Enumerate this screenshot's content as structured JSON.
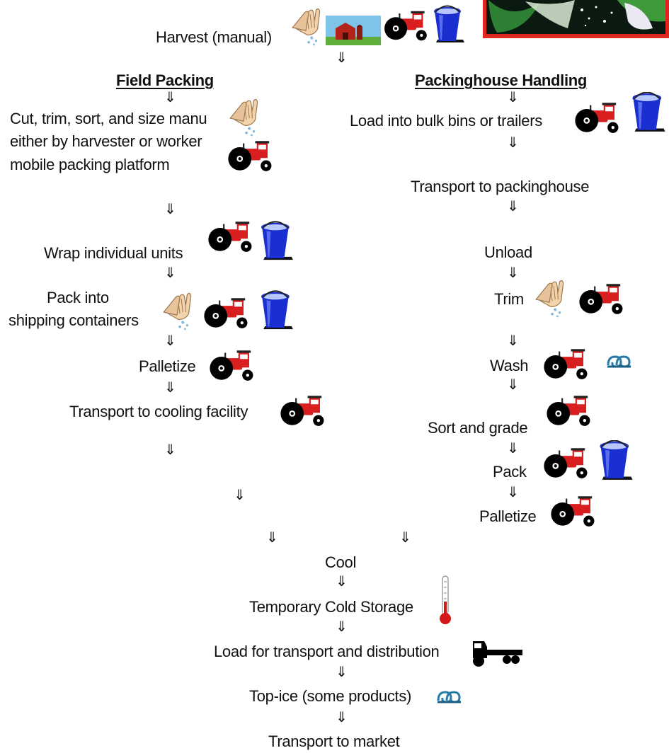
{
  "icons": {
    "hands": "hands-icon",
    "barn": "barn-icon",
    "tractor": "tractor-icon",
    "bucket": "bucket-icon",
    "ice": "ice-icon",
    "thermometer": "thermometer-icon",
    "truck": "truck-icon",
    "photo": "produce-spray-photo"
  },
  "colors": {
    "tractor_red": "#d81e1e",
    "bucket_blue": "#1a2fd0",
    "photo_border": "#e0261f",
    "ice_blue": "#2a7ca8",
    "thermometer_red": "#d41818"
  },
  "arrow_glyph": "⇓",
  "top": {
    "harvest": "Harvest (manual)"
  },
  "field": {
    "heading": "Field Packing",
    "cut_lines": [
      "Cut, trim, sort, and size manu",
      "either by harvester or worker",
      "mobile packing platform"
    ],
    "wrap": "Wrap individual units",
    "pack_lines": [
      "Pack into",
      "shipping containers"
    ],
    "palletize": "Palletize",
    "transport": "Transport to cooling facility"
  },
  "house": {
    "heading": "Packinghouse Handling",
    "load": "Load into bulk bins or trailers",
    "transport": "Transport to packinghouse",
    "unload": "Unload",
    "trim": "Trim",
    "wash": "Wash",
    "sort": "Sort and grade",
    "pack": "Pack",
    "palletize": "Palletize"
  },
  "bottom": {
    "cool": "Cool",
    "storage": "Temporary Cold Storage",
    "load": "Load for transport and distribution",
    "topice": "Top-ice (some products)",
    "market": "Transport to market"
  }
}
